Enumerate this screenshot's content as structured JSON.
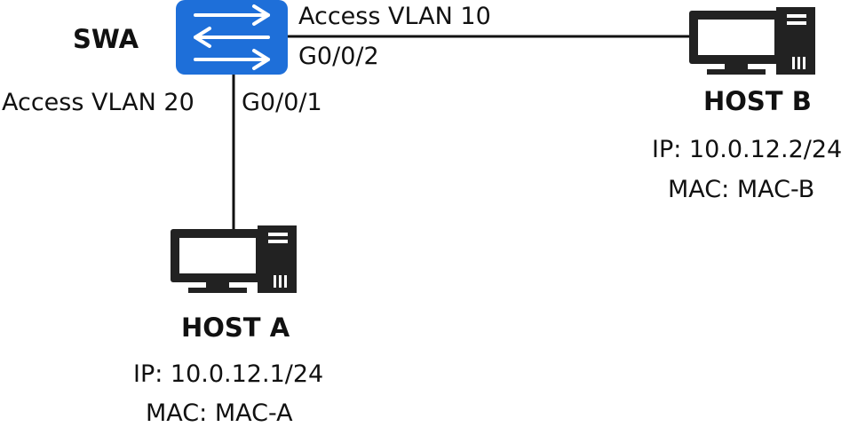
{
  "switch": {
    "name": "SWA",
    "icon": "switch-icon",
    "color": "#1e6fd9"
  },
  "links": [
    {
      "vlan_label": "Access VLAN 10",
      "port": "G0/0/2",
      "to": "HOST B"
    },
    {
      "vlan_label": "Access VLAN 20",
      "port": "G0/0/1",
      "to": "HOST A"
    }
  ],
  "hosts": [
    {
      "name": "HOST A",
      "ip": "IP: 10.0.12.1/24",
      "mac": "MAC: MAC-A",
      "icon": "computer-icon"
    },
    {
      "name": "HOST B",
      "ip": "IP: 10.0.12.2/24",
      "mac": "MAC: MAC-B",
      "icon": "computer-icon"
    }
  ]
}
